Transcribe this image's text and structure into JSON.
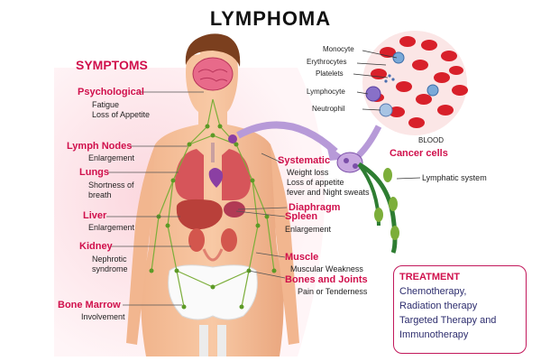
{
  "title": "LYMPHOMA",
  "symptoms_heading": "SYMPTOMS",
  "symptoms": {
    "psychological": {
      "label": "Psychological",
      "details": [
        "Fatigue",
        "Loss of Appetite"
      ]
    },
    "lymph_nodes": {
      "label": "Lymph Nodes",
      "details": [
        "Enlargement"
      ]
    },
    "lungs": {
      "label": "Lungs",
      "details": [
        "Shortness of",
        "breath"
      ]
    },
    "liver": {
      "label": "Liver",
      "details": [
        "Enlargement"
      ]
    },
    "kidney": {
      "label": "Kidney",
      "details": [
        "Nephrotic",
        "syndrome"
      ]
    },
    "bone_marrow": {
      "label": "Bone Marrow",
      "details": [
        "Involvement"
      ]
    },
    "systematic": {
      "label": "Systematic",
      "details": [
        "Weight loss",
        "Loss of appetite",
        "fever and Night sweats"
      ]
    },
    "diaphragm": {
      "label": "Diaphragm",
      "details": []
    },
    "spleen": {
      "label": "Spleen",
      "details": [
        "Enlargement"
      ]
    },
    "muscle": {
      "label": "Muscle",
      "details": [
        "Muscular Weakness"
      ]
    },
    "bones_joints": {
      "label": "Bones and Joints",
      "details": [
        "Pain or Tenderness"
      ]
    }
  },
  "blood": {
    "monocyte": "Monocyte",
    "erythrocytes": "Erythrocytes",
    "platelets": "Platelets",
    "lymphocyte": "Lymphocyte",
    "neutrophil": "Neutrophil",
    "blood_label": "BLOOD"
  },
  "cancer_cells": "Cancer cells",
  "lymphatic_system": "Lymphatic system",
  "treatment": {
    "heading": "TREATMENT",
    "items": [
      "Chemotherapy,",
      "Radiation therapy",
      "Targeted Therapy and",
      "Immunotherapy"
    ]
  },
  "colors": {
    "accent": "#d0104c",
    "treatment_text": "#2d2d6e",
    "lymph_green": "#7cae3a",
    "blood_red": "#d8202a"
  }
}
